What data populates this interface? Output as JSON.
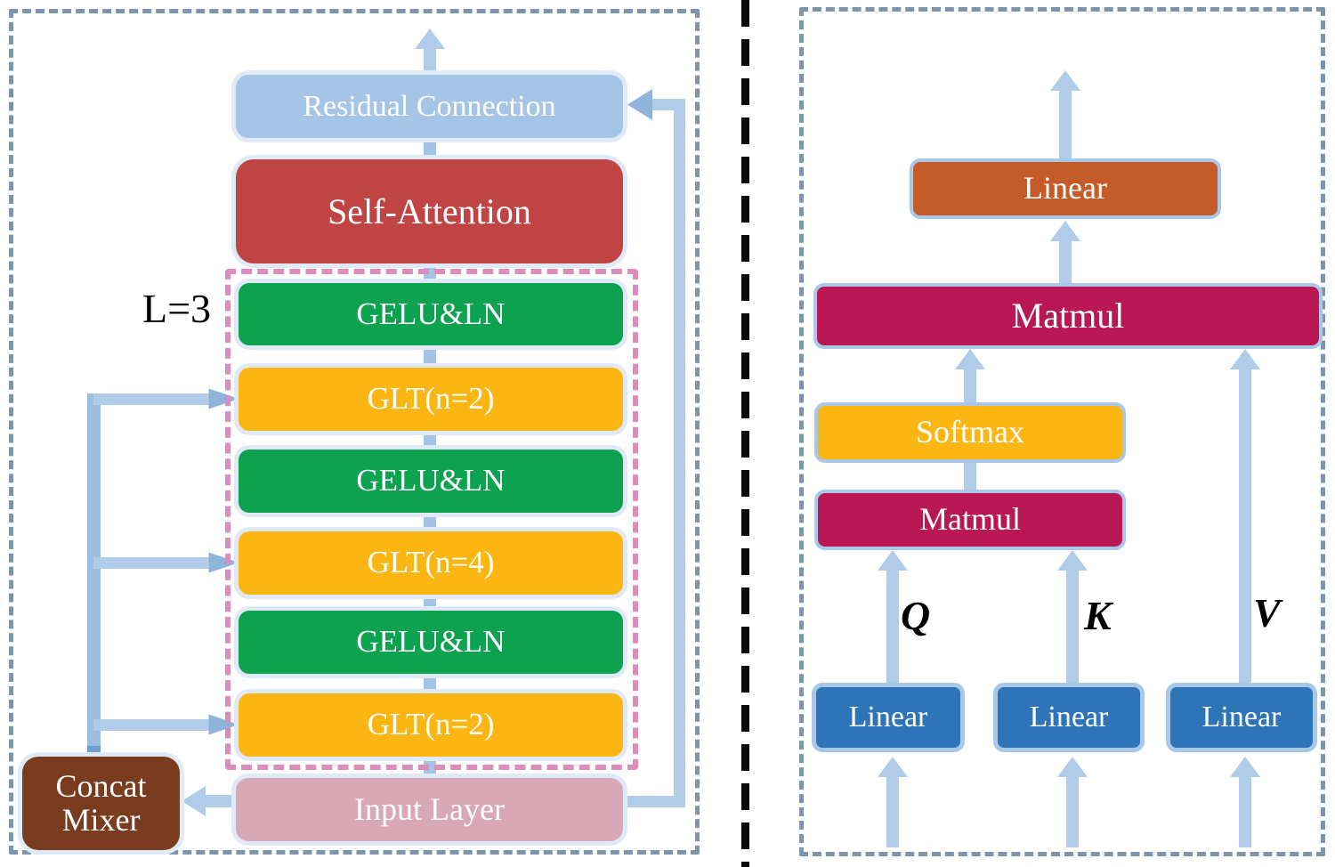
{
  "figure": {
    "left_panel": {
      "loop_label": "L=3",
      "residual": "Residual Connection",
      "self_attention": "Self-Attention",
      "stack": [
        "GELU&LN",
        "GLT(n=2)",
        "GELU&LN",
        "GLT(n=4)",
        "GELU&LN",
        "GLT(n=2)"
      ],
      "input_layer": "Input Layer",
      "concat_mixer": [
        "Concat",
        "Mixer"
      ]
    },
    "right_panel": {
      "output_linear": "Linear",
      "output_matmul": "Matmul",
      "softmax": "Softmax",
      "qk_matmul": "Matmul",
      "q_label": "Q",
      "k_label": "K",
      "v_label": "V",
      "q_linear": "Linear",
      "k_linear": "Linear",
      "v_linear": "Linear"
    }
  },
  "colors": {
    "residual_blue": "#a5c5e6",
    "attention_red": "#c14444",
    "gelu_green": "#0ca24f",
    "glt_yellow": "#fcb614",
    "input_pink": "#d9a8b6",
    "concat_brown": "#7a3c1e",
    "linear_orange": "#c45b28",
    "matmul_crimson": "#ba1854",
    "linear_blue": "#2e74b8",
    "arrow_shaft": "#b1cce9",
    "arrow_head": "#8fb4da",
    "connector": "#a3c4e4",
    "trunk": "#9cbede",
    "trunk_stub": "#6f9fd1",
    "panel_border": "#7e93ac",
    "loop_box_pink": "#dd8cbb",
    "divider_black": "#0a0a0a"
  }
}
